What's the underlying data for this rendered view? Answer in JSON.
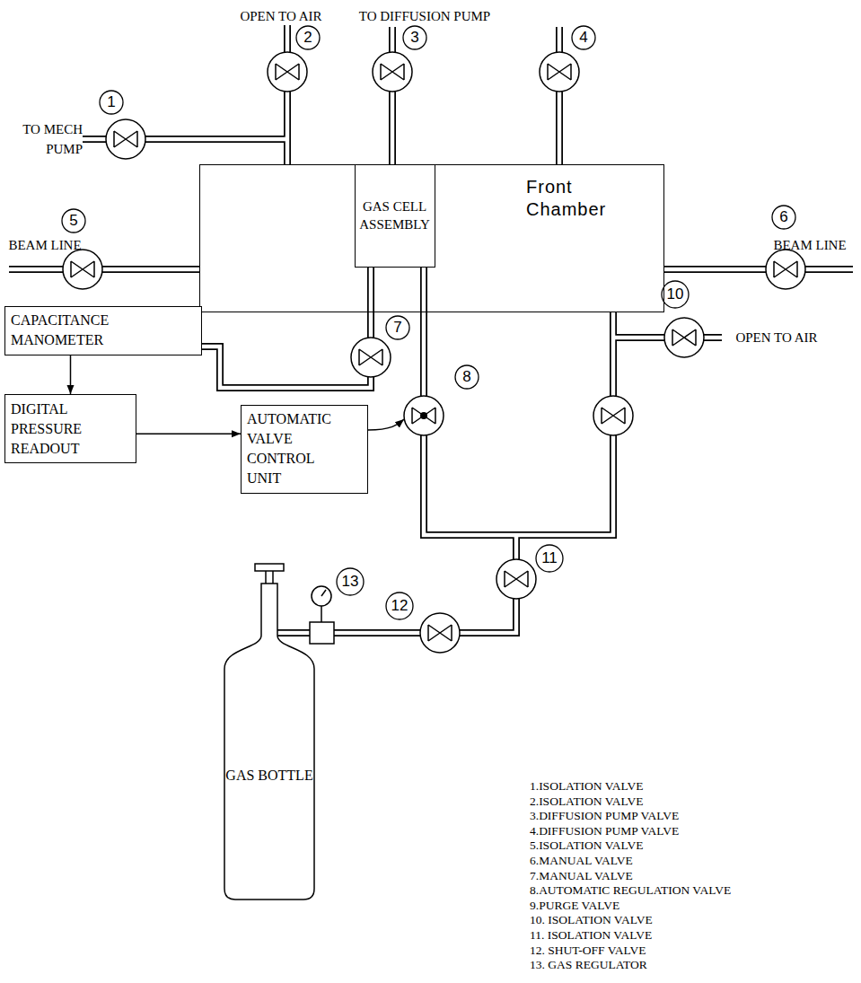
{
  "diagram": {
    "nodes": [
      {
        "text": [
          "Front Chamber"
        ]
      },
      {
        "text": [
          "GAS CELL ASSEMBLY"
        ],
        "in": 0
      },
      {
        "text": [
          "CAPACITANCE MANOMETER"
        ]
      },
      {
        "text": [
          "DIGITAL PRESSURE READOUT"
        ]
      },
      {
        "text": [
          "AUTOMATIC VALVE CONTROL UNIT"
        ]
      },
      {
        "text": [
          "GAS BOTTLE"
        ]
      }
    ],
    "edges": [
      {
        "from": 2,
        "to": 3,
        "arrow": "to"
      },
      {
        "from": 3,
        "to": 4,
        "arrow": "to"
      }
    ],
    "labels": [
      "OPEN TO AIR",
      "TO DIFFUSION PUMP",
      "2",
      "3",
      "4",
      "1",
      "TO MECH PUMP",
      "5",
      "BEAM LINE",
      "6",
      "BEAM LINE",
      "7",
      "10",
      "OPEN TO AIR",
      "8",
      "11",
      "13",
      "12",
      "1.ISOLATION VALVE",
      "2.ISOLATION VALVE",
      "3.DIFFUSION PUMP VALVE",
      "4.DIFFUSION PUMP VALVE",
      "5.ISOLATION VALVE",
      "6.MANUAL VALVE",
      "7.MANUAL VALVE",
      "8.AUTOMATIC REGULATION VALVE",
      "9.PURGE VALVE",
      "10. ISOLATION VALVE",
      "11. ISOLATION VALVE",
      "12. SHUT-OFF VALVE",
      "13. GAS REGULATOR"
    ]
  }
}
